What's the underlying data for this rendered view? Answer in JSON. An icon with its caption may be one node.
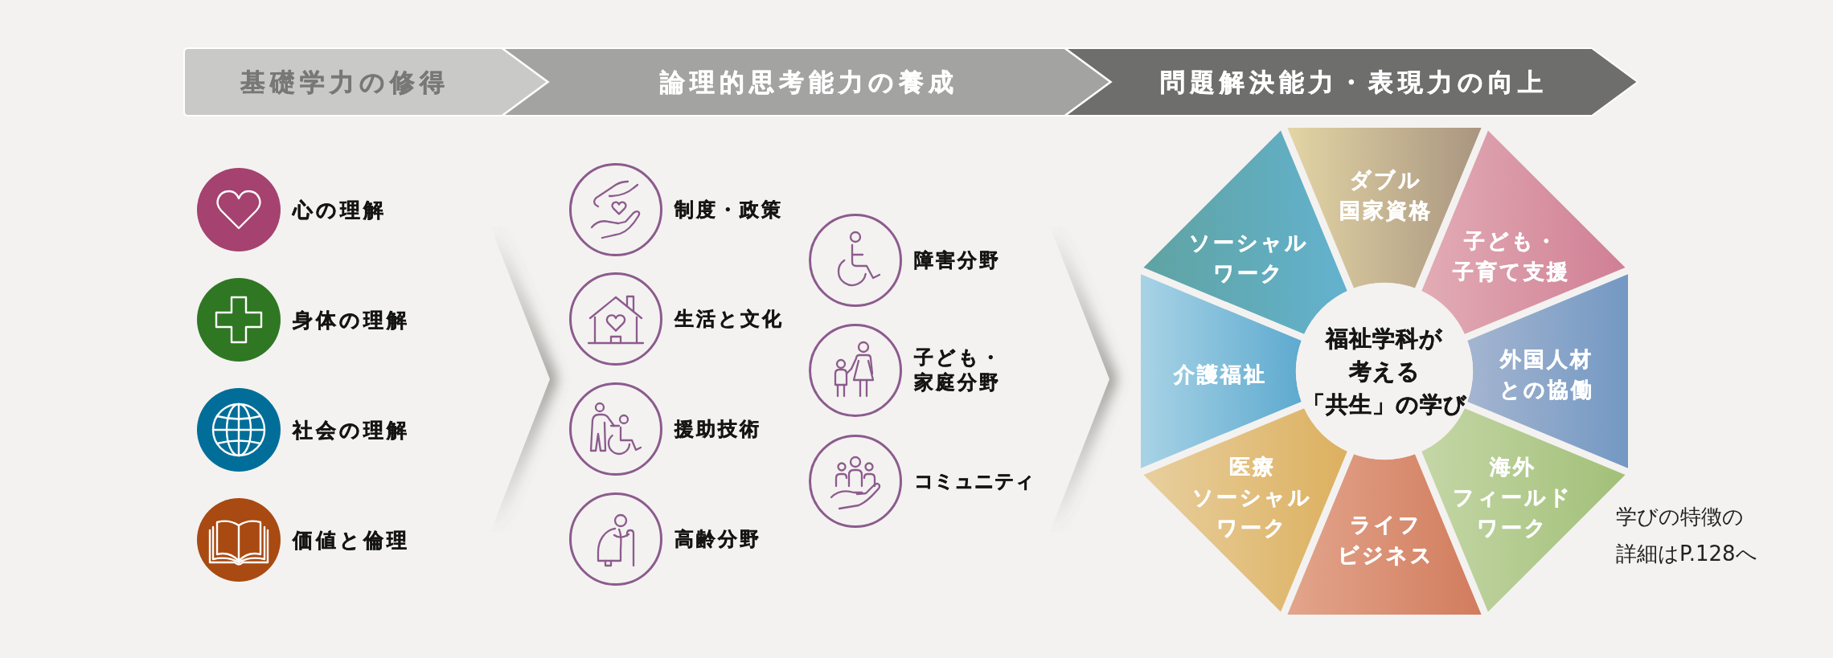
{
  "diagram": {
    "nodes": [
      {
        "text": [
          "基礎学力の修得"
        ]
      },
      {
        "text": [
          "論理的思考能力の養成"
        ]
      },
      {
        "text": [
          "問題解決能力・表現力の向上"
        ]
      },
      {
        "text": [],
        "shape": "circle",
        "beside": [
          "心の理解"
        ]
      },
      {
        "text": [],
        "shape": "circle",
        "beside": [
          "身体の理解"
        ]
      },
      {
        "text": [],
        "shape": "circle",
        "beside": [
          "社会の理解"
        ]
      },
      {
        "text": [],
        "shape": "circle",
        "beside": [
          "価値と倫理"
        ]
      },
      {
        "text": [],
        "shape": "circle",
        "beside": [
          "制度・政策"
        ]
      },
      {
        "text": [],
        "shape": "circle",
        "beside": [
          "生活と文化"
        ]
      },
      {
        "text": [],
        "shape": "circle",
        "beside": [
          "援助技術"
        ]
      },
      {
        "text": [],
        "shape": "circle",
        "beside": [
          "高齢分野"
        ]
      },
      {
        "text": [],
        "shape": "circle",
        "beside": [
          "障害分野"
        ]
      },
      {
        "text": [],
        "shape": "circle",
        "beside": [
          "子ども・家庭分野"
        ]
      },
      {
        "text": [],
        "shape": "circle",
        "beside": [
          "コミュニティ"
        ]
      },
      {
        "text": [
          "福祉学科が考える「共生」の学び"
        ]
      },
      {
        "text": [
          "ダブル国家資格"
        ]
      },
      {
        "text": [
          "子ども・子育て支援"
        ]
      },
      {
        "text": [
          "外国人材との協働"
        ]
      },
      {
        "text": [
          "海外フィールドワーク"
        ]
      },
      {
        "text": [
          "ライフビジネス"
        ]
      },
      {
        "text": [
          "医療ソーシャルワーク"
        ]
      },
      {
        "text": [
          "介護福祉"
        ]
      },
      {
        "text": [
          "ソーシャルワーク"
        ]
      }
    ],
    "labels": [
      "学びの特徴の詳細はP.128へ"
    ]
  }
}
